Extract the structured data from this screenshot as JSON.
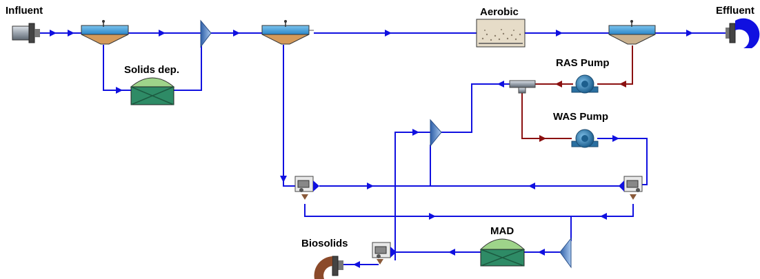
{
  "labels": {
    "influent": "Influent",
    "effluent": "Effluent",
    "aerobic": "Aerobic",
    "solids_dep": "Solids dep.",
    "ras_pump": "RAS Pump",
    "was_pump": "WAS Pump",
    "mad": "MAD",
    "biosolids": "Biosolids"
  },
  "colors": {
    "liquid_line": "#1010e0",
    "return_sludge_line": "#8b1010",
    "water": "#3aa0d8",
    "sludge": "#d49a5a",
    "digester_dome": "#9ed48a",
    "digester_base": "#2e8b66",
    "aerobic_tank": "#e6dcc8",
    "pump": "#2a6fa0",
    "biosolids_outlet": "#8b4a2a",
    "effluent_outlet": "#1010e0"
  },
  "icons": [
    "influent-source-icon",
    "primary-clarifier-icon",
    "splitter-icon",
    "aerobic-tank-icon",
    "secondary-clarifier-icon",
    "effluent-outlet-icon",
    "pump-icon",
    "tee-icon",
    "thickener-icon",
    "digester-icon",
    "biosolids-outlet-icon"
  ]
}
